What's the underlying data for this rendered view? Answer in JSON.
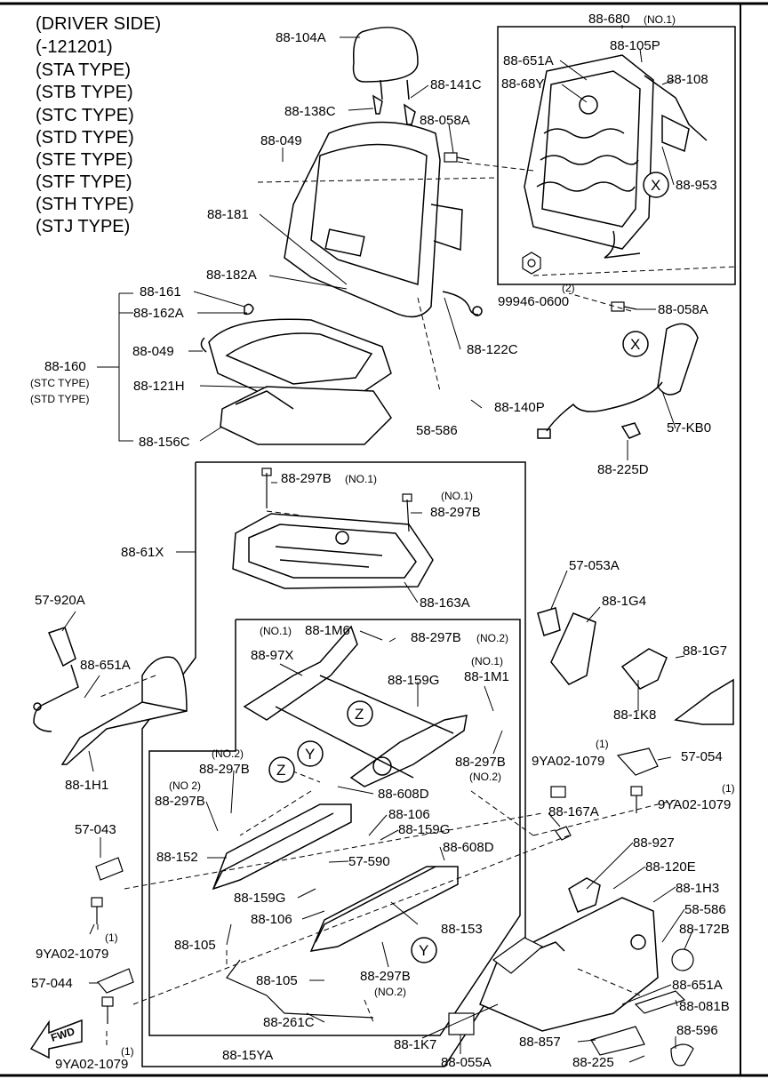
{
  "header": [
    "(DRIVER SIDE)",
    "(-121201)",
    "(STA TYPE)",
    "(STB TYPE)",
    "(STC TYPE)",
    "(STD TYPE)",
    "(STE TYPE)",
    "(STF TYPE)",
    "(STH TYPE)",
    "(STJ TYPE)"
  ],
  "parts": {
    "p88_104A": "88-104A",
    "p88_141C": "88-141C",
    "p88_138C": "88-138C",
    "p88_058A_1": "88-058A",
    "p88_049_1": "88-049",
    "p88_181": "88-181",
    "p88_182A": "88-182A",
    "p88_161": "88-161",
    "p88_162A": "88-162A",
    "p88_049_2": "88-049",
    "p88_160": "88-160",
    "p88_160_note1": "(STC TYPE)",
    "p88_160_note2": "(STD TYPE)",
    "p88_121H": "88-121H",
    "p88_156C": "88-156C",
    "p88_122C": "88-122C",
    "p88_140P": "88-140P",
    "p58_586_1": "58-586",
    "p88_680": "88-680",
    "p88_680_note": "(NO.1)",
    "p88_105P": "88-105P",
    "p88_651A_1": "88-651A",
    "p88_68Y": "88-68Y",
    "p88_108": "88-108",
    "p88_953": "88-953",
    "p99946": "99946-0600",
    "p99946_qty": "(2)",
    "p88_058A_2": "88-058A",
    "p57_KB0": "57-KB0",
    "p88_225D": "88-225D",
    "p88_297B_1": "88-297B",
    "p88_297B_1_note": "(NO.1)",
    "p88_297B_2_note": "(NO.1)",
    "p88_297B_2": "88-297B",
    "p88_61X": "88-61X",
    "p88_163A": "88-163A",
    "p57_920A": "57-920A",
    "p88_651A_2": "88-651A",
    "p88_1H1": "88-1H1",
    "p57_053A": "57-053A",
    "p88_1G4": "88-1G4",
    "p88_1G7": "88-1G7",
    "p88_1K8": "88-1K8",
    "p88_1M6_note": "(NO.1)",
    "p88_1M6": "88-1M6",
    "p88_297B_3": "88-297B",
    "p88_297B_3_note": "(NO.2)",
    "p88_97X": "88-97X",
    "p88_159G_1": "88-159G",
    "p88_1M1_note": "(NO.1)",
    "p88_1M1": "88-1M1",
    "p88_297B_4": "88-297B",
    "p88_297B_4_note": "(NO.2)",
    "p9YA02_1_note": "(1)",
    "p9YA02_1": "9YA02-1079",
    "p57_054": "57-054",
    "p88_297B_5_note": "(NO.2)",
    "p88_297B_5": "88-297B",
    "p88_297B_6_note": "(NO 2)",
    "p88_297B_6": "88-297B",
    "p88_608D_1": "88-608D",
    "p88_106_1": "88-106",
    "p88_159G_2": "88-159G",
    "p88_167A": "88-167A",
    "p9YA02_2_note": "(1)",
    "p9YA02_2": "9YA02-1079",
    "p57_043": "57-043",
    "p88_152": "88-152",
    "p57_590": "57-590",
    "p88_608D_2": "88-608D",
    "p88_927": "88-927",
    "p88_120E": "88-120E",
    "p88_1H3": "88-1H3",
    "p58_586_2": "58-586",
    "p88_172B": "88-172B",
    "p88_159G_3": "88-159G",
    "p88_106_2": "88-106",
    "p88_153": "88-153",
    "p88_105_1": "88-105",
    "p9YA02_3_note": "(1)",
    "p9YA02_3": "9YA02-1079",
    "p57_044": "57-044",
    "p88_105_2": "88-105",
    "p88_297B_7": "88-297B",
    "p88_297B_7_note": "(NO.2)",
    "p88_651A_3": "88-651A",
    "p88_081B": "88-081B",
    "p88_261C": "88-261C",
    "p88_1K7": "88-1K7",
    "p88_857": "88-857",
    "p88_596": "88-596",
    "p88_15YA": "88-15YA",
    "p88_055A": "88-055A",
    "p88_225": "88-225",
    "p9YA02_4_note": "(1)",
    "p9YA02_4": "9YA02-1079"
  },
  "markers": {
    "x1": "X",
    "x2": "X",
    "z1": "Z",
    "z2": "Z",
    "y1": "Y",
    "y2": "Y"
  },
  "fwd": "FWD"
}
